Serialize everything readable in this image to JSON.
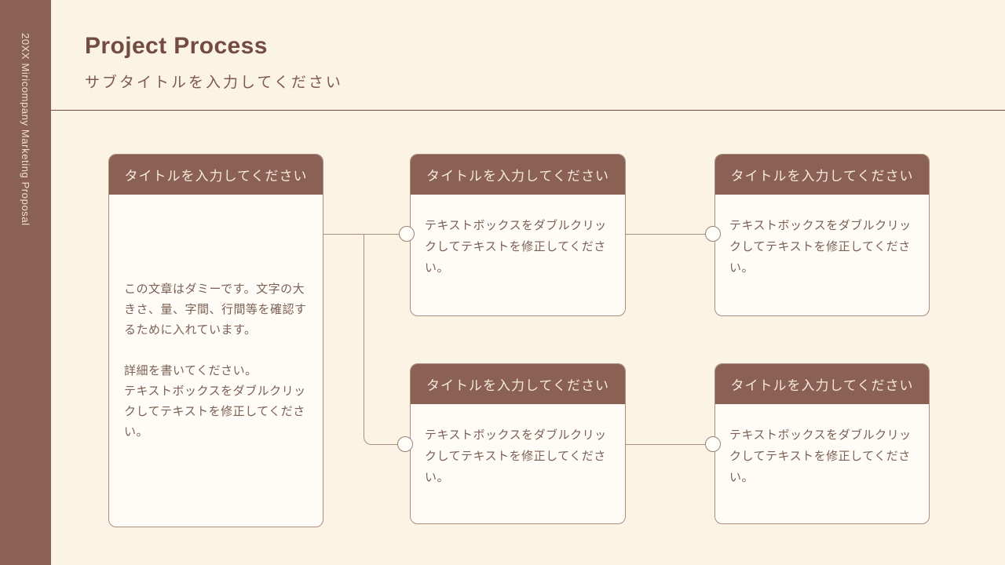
{
  "sidebar": {
    "vertical_label": "20XX Miricompany Marketing Proposal"
  },
  "header": {
    "title": "Project Process",
    "subtitle": "サブタイトルを入力してください"
  },
  "main_card": {
    "title": "タイトルを入力してください",
    "para1": "この文章はダミーです。文字の大きさ、量、字間、行間等を確認するために入れています。",
    "para2_line1": "詳細を書いてください。",
    "para2_line2": "テキストボックスをダブルクリックしてテキストを修正してください。"
  },
  "flow_cards": [
    {
      "title": "タイトルを入力してください",
      "body": "テキストボックスをダブルクリックしてテキストを修正してください。"
    },
    {
      "title": "タイトルを入力してください",
      "body": "テキストボックスをダブルクリックしてテキストを修正してください。"
    },
    {
      "title": "タイトルを入力してください",
      "body": "テキストボックスをダブルクリックしてテキストを修正してください。"
    },
    {
      "title": "タイトルを入力してください",
      "body": "テキストボックスをダブルクリックしてテキストを修正してください。"
    }
  ],
  "colors": {
    "accent_brown": "#8A6154",
    "background_cream": "#FBF3E4",
    "card_background": "#FFFCF8",
    "line_brown": "#A98E7E",
    "title_brown": "#724C40"
  }
}
